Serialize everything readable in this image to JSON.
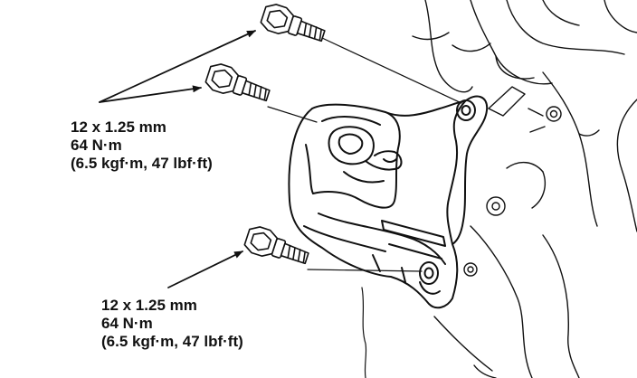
{
  "callouts": {
    "upper": {
      "size": "12 x 1.25 mm",
      "torque_nm": "64 N·m",
      "torque_alt": "(6.5 kgf·m, 47 lbf·ft)"
    },
    "lower": {
      "size": "12 x 1.25 mm",
      "torque_nm": "64 N·m",
      "torque_alt": "(6.5 kgf·m, 47 lbf·ft)"
    }
  },
  "colors": {
    "ink": "#111111",
    "background": "#ffffff"
  }
}
